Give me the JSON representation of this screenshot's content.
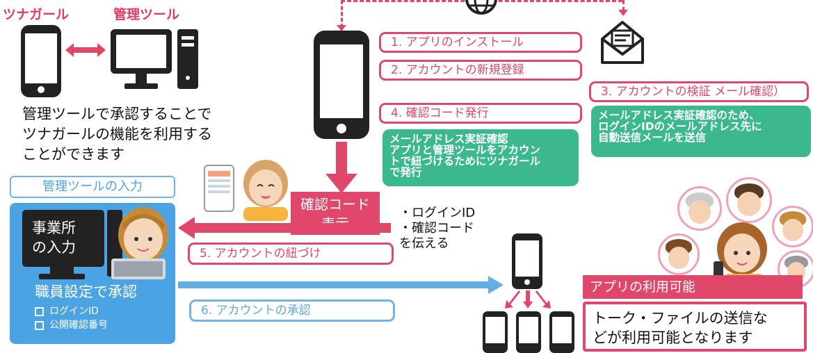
{
  "top_left": {
    "tsunagaru_label": "ツナガール",
    "admin_tool_label": "管理ツール",
    "description": [
      "管理ツールで承認することで",
      "ツナガールの機能を利用する",
      "ことができます"
    ]
  },
  "admin_input": {
    "title": "管理ツールの入力",
    "office_input": [
      "事業所",
      "の入力"
    ],
    "staff_setting": "職員設定で承認",
    "items": [
      "ログインID",
      "公開確認番号"
    ]
  },
  "steps": {
    "s1": "1. アプリのインストール",
    "s2": "2. アカウントの新規登録",
    "s3": "3. アカウントの検証 メール確認）",
    "s4": "4. 確認コード発行",
    "s5": "5. アカウントの紐づけ",
    "s6": "6. アカウントの承認"
  },
  "notes": {
    "code_note": [
      "メールアドレス実証確認",
      "アプリと管理ツールをアカウン",
      "トで紐づけるためにツナガール",
      "で発行"
    ],
    "mail_note": [
      "メールアドレス実証確認のため、",
      "ログインIDのメールアドレス先に",
      "自動送信メールを送信"
    ]
  },
  "code_display": [
    "確認コード",
    "表示"
  ],
  "convey": [
    "・ログインID",
    "・確認コード",
    "を伝える"
  ],
  "app_available": {
    "title": "アプリの利用可能",
    "body": [
      "トーク・ファイルの送信な",
      "どが利用可能となります"
    ]
  },
  "colors": {
    "pink": "#e0476a",
    "blue": "#6fb6e8",
    "green": "#3bb88d",
    "panel_blue": "#4ba3e3"
  }
}
